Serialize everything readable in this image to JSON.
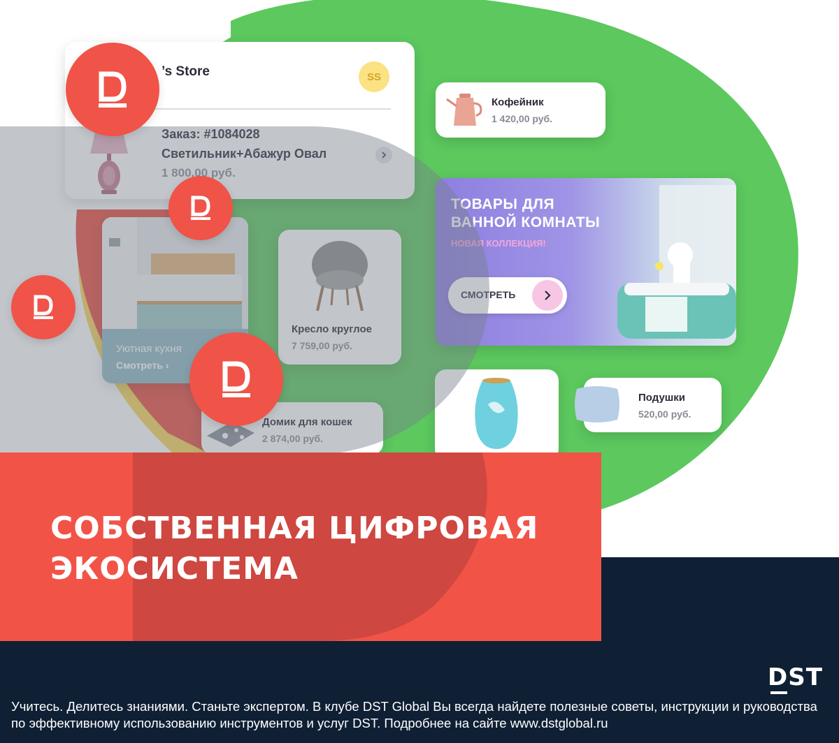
{
  "order_card": {
    "store_name": "’s Store",
    "avatar_initials": "SS",
    "order_number": "Заказ: #1084028",
    "product_name": "Светильник+Абажур Овал",
    "price": "1 800,00 руб."
  },
  "coffee_card": {
    "title": "Кофейник",
    "price": "1 420,00 руб."
  },
  "bathroom_banner": {
    "title_line1": "ТОВАРЫ ДЛЯ",
    "title_line2": "ВАННОЙ КОМНАТЫ",
    "subtitle": "НОВАЯ КОЛЛЕКЦИЯ!",
    "button_label": "СМОТРЕТЬ"
  },
  "kitchen_card": {
    "title": "Уютная кухня",
    "link_label": "Смотреть ›"
  },
  "chair_card": {
    "title": "Кресло круглое",
    "price": "7 759,00 руб."
  },
  "cat_house_card": {
    "title": "Домик для кошек",
    "price": "2 874,00 руб."
  },
  "pillow_card": {
    "title": "Подушки",
    "price": "520,00 руб."
  },
  "headline": {
    "line1": "СОБСТВЕННАЯ ЦИФРОВАЯ",
    "line2": "ЭКОСИСТЕМА"
  },
  "footer": {
    "logo": "DST",
    "text": "Учитесь. Делитесь знаниями. Станьте экспертом. В клубе DST Global Вы всегда найдете полезные советы, инструкции и руководства по эффективному использованию инструментов и услуг DST. Подробнее на сайте www.dstglobal.ru"
  },
  "colors": {
    "green": "#5cc85e",
    "red": "#f15447",
    "yellow": "#f7d55a",
    "navy": "#0f1f34",
    "purple": "#8f82e0"
  }
}
